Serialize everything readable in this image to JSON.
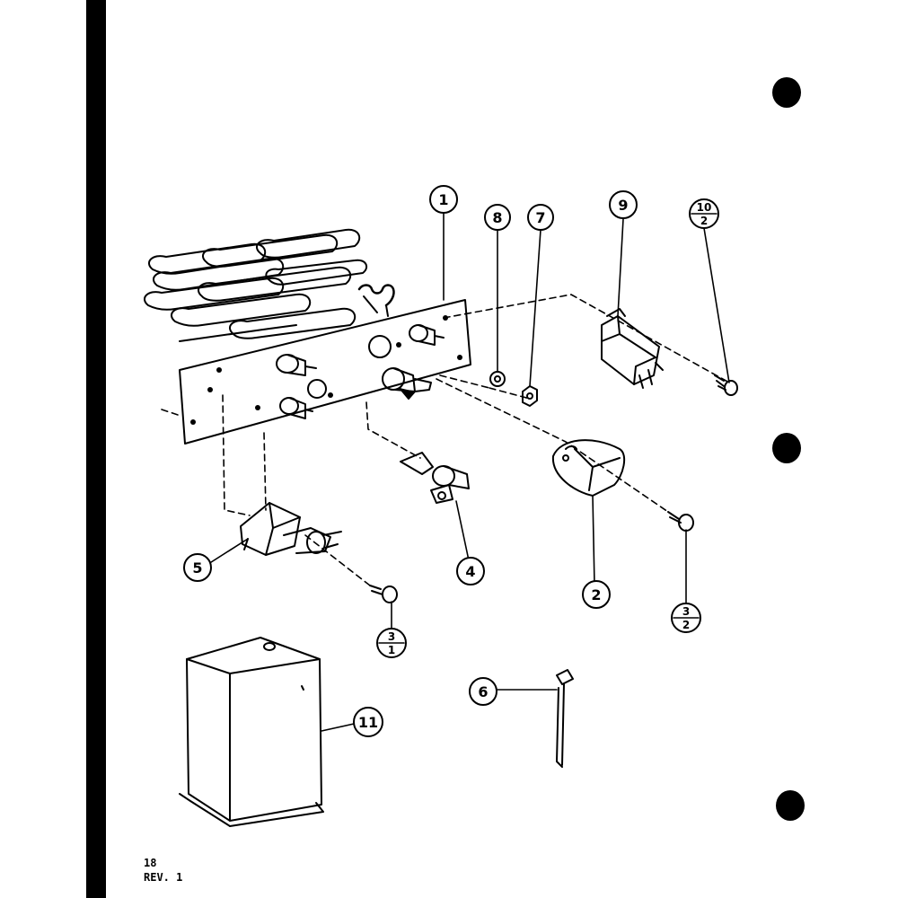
{
  "callouts": {
    "c1": "1",
    "c2": "2",
    "c4": "4",
    "c5": "5",
    "c6": "6",
    "c7": "7",
    "c8": "8",
    "c9": "9",
    "c11": "11",
    "f10_2": {
      "top": "10",
      "bottom": "2"
    },
    "f3_2": {
      "top": "3",
      "bottom": "2"
    },
    "f3_1": {
      "top": "3",
      "bottom": "1"
    }
  },
  "footer": {
    "page_number": "18",
    "revision": "REV. 1"
  }
}
